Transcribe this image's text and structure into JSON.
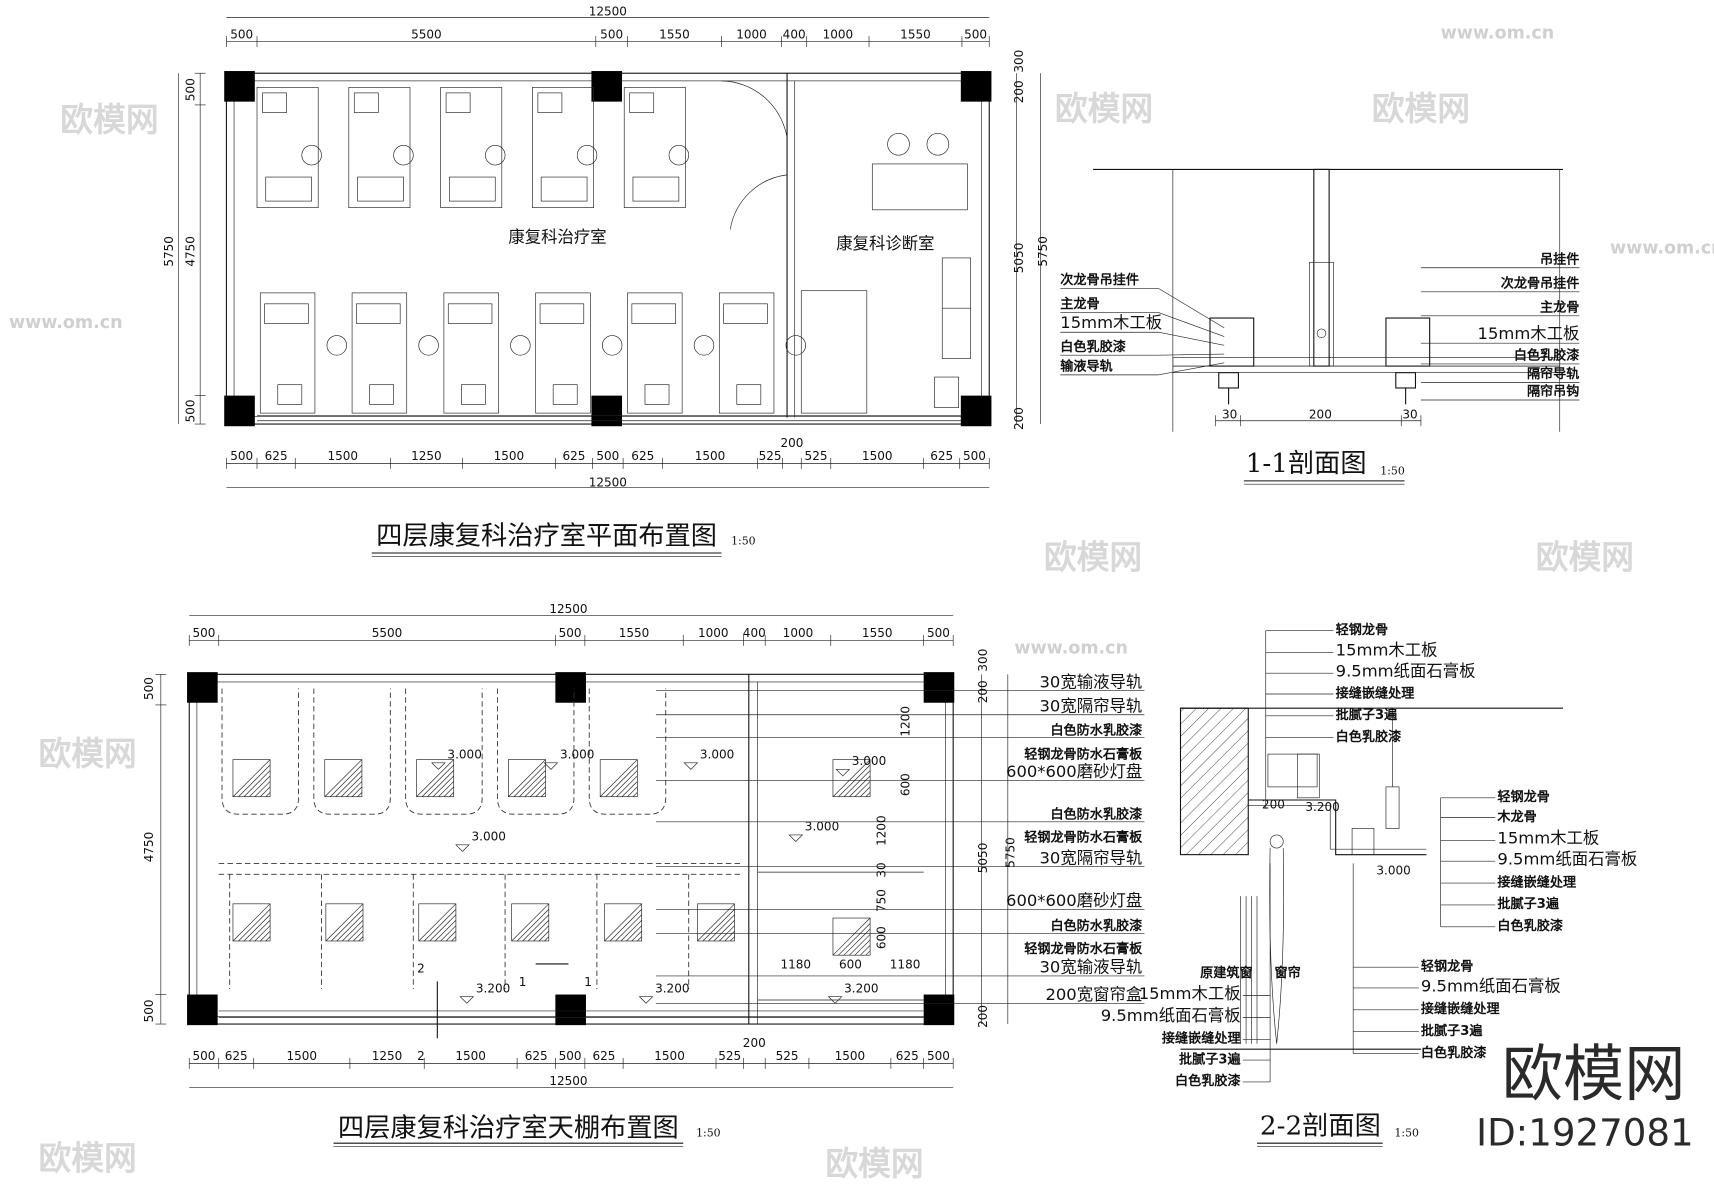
{
  "plan": {
    "title": "四层康复科治疗室平面布置图",
    "scale": "1:50",
    "room_treatment": "康复科治疗室",
    "room_diagnosis": "康复科诊断室",
    "total_top": "12500",
    "total_bottom": "12500",
    "top_dims": [
      "500",
      "5500",
      "500",
      "1550",
      "1000",
      "400",
      "1000",
      "1550",
      "500"
    ],
    "bottom_dims": [
      "500",
      "625",
      "1500",
      "1250",
      "1500",
      "625",
      "500",
      "625",
      "1500",
      "525",
      "200",
      "525",
      "1500",
      "625",
      "500"
    ],
    "left_dims": [
      "500",
      "4750",
      "500",
      "5750"
    ],
    "right_dims": [
      "300",
      "200",
      "5050",
      "200",
      "5750"
    ]
  },
  "ceiling": {
    "title": "四层康复科治疗室天棚布置图",
    "scale": "1:50",
    "total_top": "12500",
    "total_bottom": "12500",
    "top_dims": [
      "500",
      "5500",
      "500",
      "1550",
      "1000",
      "400",
      "1000",
      "1550",
      "500"
    ],
    "bottom_dims": [
      "500",
      "625",
      "1500",
      "1250",
      "1500",
      "625",
      "500",
      "625",
      "1500",
      "525",
      "200",
      "525",
      "1500",
      "625",
      "500"
    ],
    "left_dims": [
      "500",
      "4750",
      "500"
    ],
    "right_dims": [
      "300",
      "200",
      "5050",
      "200",
      "5750"
    ],
    "elevations": [
      "3.000",
      "3.000",
      "3.000",
      "3.000",
      "3.000",
      "3.000",
      "3.200",
      "3.200",
      "3.200"
    ],
    "section_marks": [
      "1",
      "1",
      "2",
      "2"
    ],
    "labels": [
      "30宽输液导轨",
      "30宽隔帘导轨",
      "白色防水乳胶漆",
      "轻钢龙骨防水石膏板",
      "600*600磨砂灯盘",
      "白色防水乳胶漆",
      "轻钢龙骨防水石膏板",
      "30宽隔帘导轨",
      "600*600磨砂灯盘",
      "白色防水乳胶漆",
      "轻钢龙骨防水石膏板",
      "30宽输液导轨",
      "200宽窗帘盒"
    ],
    "inner_dims": [
      "1200",
      "600",
      "1200",
      "30",
      "750",
      "600",
      "1180",
      "600",
      "1180"
    ]
  },
  "section_1_1": {
    "title": "1-1剖面图",
    "scale": "1:50",
    "left_labels": [
      "次龙骨吊挂件",
      "主龙骨",
      "15mm木工板",
      "白色乳胶漆",
      "输液导轨"
    ],
    "right_labels": [
      "吊挂件",
      "次龙骨吊挂件",
      "主龙骨",
      "15mm木工板",
      "白色乳胶漆",
      "隔帘导轨",
      "隔帘吊钩"
    ],
    "dims": [
      "30",
      "200",
      "30"
    ]
  },
  "section_2_2": {
    "title": "2-2剖面图",
    "scale": "1:50",
    "top_labels": [
      "轻钢龙骨",
      "15mm木工板",
      "9.5mm纸面石膏板",
      "接缝嵌缝处理",
      "批腻子3遍",
      "白色乳胶漆"
    ],
    "right_labels": [
      "轻钢龙骨",
      "木龙骨",
      "15mm木工板",
      "9.5mm纸面石膏板",
      "接缝嵌缝处理",
      "批腻子3遍",
      "白色乳胶漆"
    ],
    "bottom_labels": [
      "轻钢龙骨",
      "9.5mm纸面石膏板",
      "接缝嵌缝处理",
      "批腻子3遍",
      "白色乳胶漆"
    ],
    "left_labels": [
      "15mm木工板",
      "9.5mm纸面石膏板",
      "接缝嵌缝处理",
      "批腻子3遍",
      "白色乳胶漆"
    ],
    "window_label": "原建筑窗",
    "curtain_label": "窗帘",
    "elev_high": "3.200",
    "elev_low": "3.000",
    "dim": "200"
  },
  "watermark": {
    "brand": "欧模网",
    "id": "ID:1927081",
    "url": "www.om.cn"
  }
}
